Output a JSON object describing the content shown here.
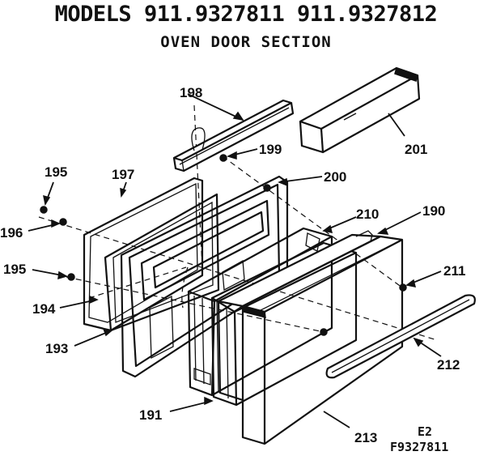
{
  "header": {
    "title": "MODELS 911.9327811 911.9327812",
    "subtitle": "OVEN DOOR SECTION"
  },
  "callouts": {
    "p190": "190",
    "p191": "191",
    "p193": "193",
    "p194": "194",
    "p195a": "195",
    "p195b": "195",
    "p196": "196",
    "p197": "197",
    "p198": "198",
    "p199": "199",
    "p200": "200",
    "p201": "201",
    "p210": "210",
    "p211": "211",
    "p212": "212",
    "p213": "213"
  },
  "footer": {
    "code_line1": "E2",
    "code_line2": "F9327811"
  },
  "colors": {
    "ink": "#111111",
    "paper": "#ffffff"
  }
}
